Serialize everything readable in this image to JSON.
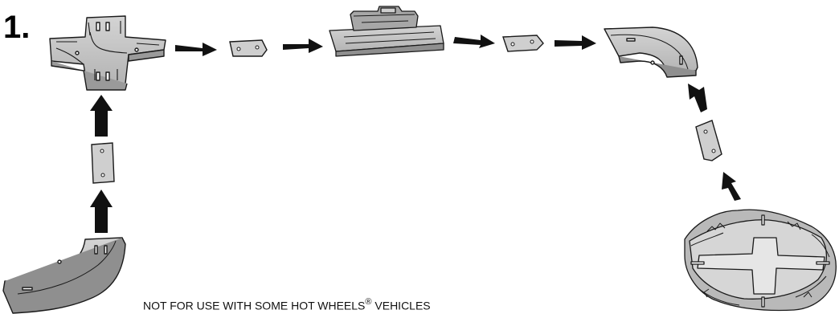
{
  "instructions": {
    "step_number": "1.",
    "footnote_before": "NOT FOR USE WITH SOME HOT WHEELS",
    "footnote_mark": "®",
    "footnote_after": " VEHICLES"
  },
  "assembly_path": {
    "pieces": [
      "crossroad-piece",
      "connector-piece",
      "launcher-piece",
      "connector-piece",
      "curve-piece",
      "connector-piece",
      "rocky-crossroad-piece",
      "connector-piece",
      "curve-piece"
    ],
    "colors": {
      "piece_fill": "#c9c9c9",
      "piece_dark": "#8a8a8a",
      "outline": "#1a1a1a",
      "arrow": "#111111"
    }
  }
}
